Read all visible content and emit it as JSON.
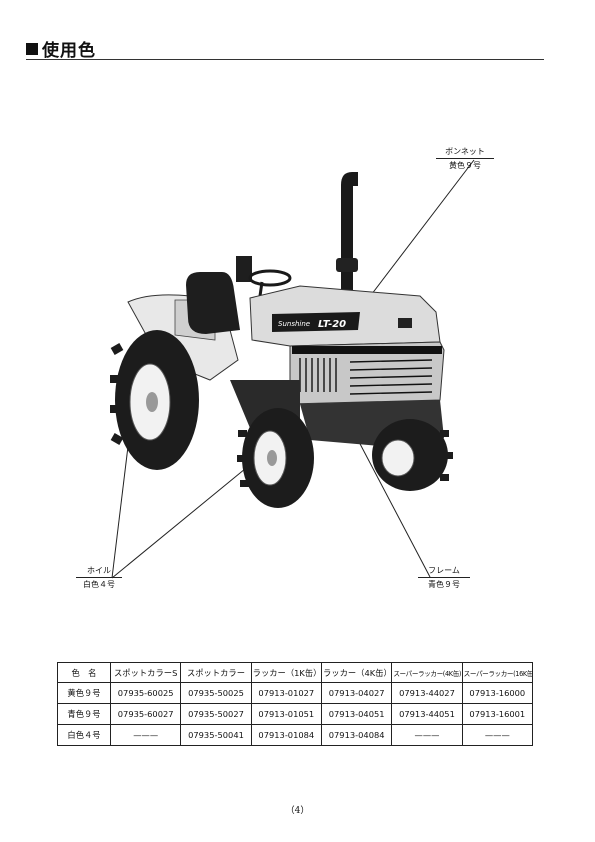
{
  "heading": {
    "marker": "■",
    "title": "使用色"
  },
  "callouts": {
    "bonnet": {
      "part": "ボンネット",
      "color": "黄色９号"
    },
    "wheel": {
      "part": "ホイル",
      "color": "白色４号"
    },
    "frame": {
      "part": "フレーム",
      "color": "青色９号"
    }
  },
  "tractor": {
    "brand": "Sunshine",
    "model": "LT-20"
  },
  "table": {
    "headers": [
      "色　名",
      "スポットカラーS",
      "スポットカラー",
      "ラッカー（1K缶）",
      "ラッカー（4K缶）",
      "スーパーラッカー(4K缶)",
      "スーパーラッカー(16K缶)"
    ],
    "rows": [
      [
        "黄色９号",
        "07935-60025",
        "07935-50025",
        "07913-01027",
        "07913-04027",
        "07913-44027",
        "07913-16000"
      ],
      [
        "青色９号",
        "07935-60027",
        "07935-50027",
        "07913-01051",
        "07913-04051",
        "07913-44051",
        "07913-16001"
      ],
      [
        "白色４号",
        "———",
        "07935-50041",
        "07913-01084",
        "07913-04084",
        "———",
        "———"
      ]
    ]
  },
  "page_number": "（4）"
}
